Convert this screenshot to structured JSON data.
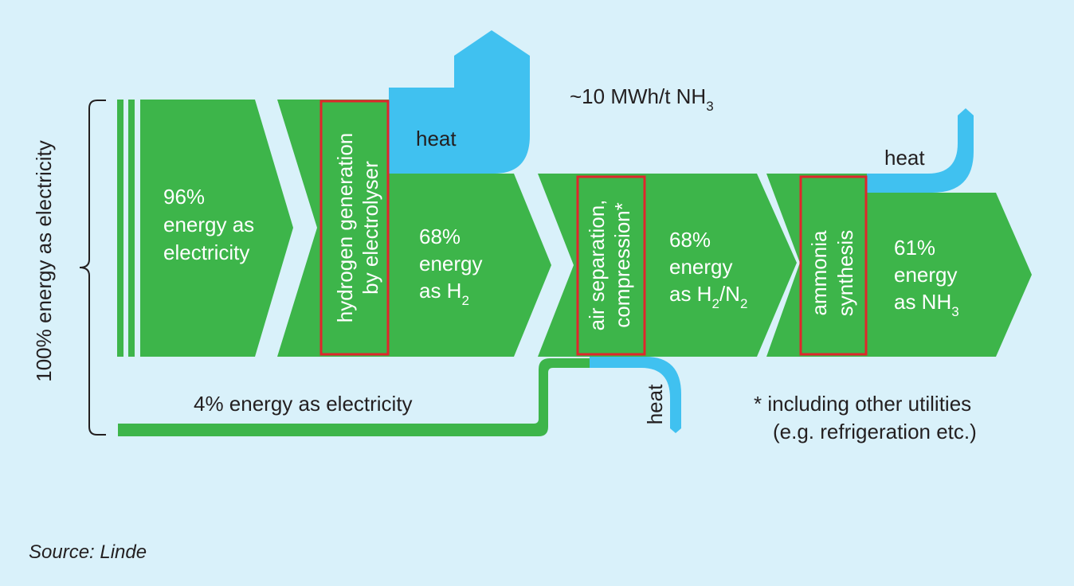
{
  "diagram": {
    "source": "Source: Linde",
    "left_label": "100% energy as electricity",
    "total_energy": "~10 MWh/t NH",
    "total_energy_sub": "3",
    "footnote_line1": "* including other utilities",
    "footnote_line2": "(e.g. refrigeration etc.)",
    "bypass_label": "4% energy as electricity",
    "heat_labels": [
      "heat",
      "heat",
      "heat"
    ],
    "stages": [
      {
        "line1": "96%",
        "line2": "energy as",
        "line3": "electricity"
      },
      {
        "line1": "68%",
        "line2": "energy",
        "line3": "as H",
        "sub": "2"
      },
      {
        "line1": "68%",
        "line2": "energy",
        "line3a": "as H",
        "sub1": "2",
        "line3b": "/N",
        "sub2": "2"
      },
      {
        "line1": "61%",
        "line2": "energy",
        "line3": "as NH",
        "sub": "3"
      }
    ],
    "processes": [
      {
        "line1": "hydrogen generation",
        "line2": "by electrolyser"
      },
      {
        "line1": "air separation,",
        "line2": "compression*"
      },
      {
        "line1": "ammonia",
        "line2": "synthesis"
      }
    ],
    "colors": {
      "background": "#d9f1fa",
      "energy_flow": "#3db54a",
      "heat_flow": "#40c1f0",
      "process_box": "#e0262c",
      "text": "#231f20"
    }
  }
}
